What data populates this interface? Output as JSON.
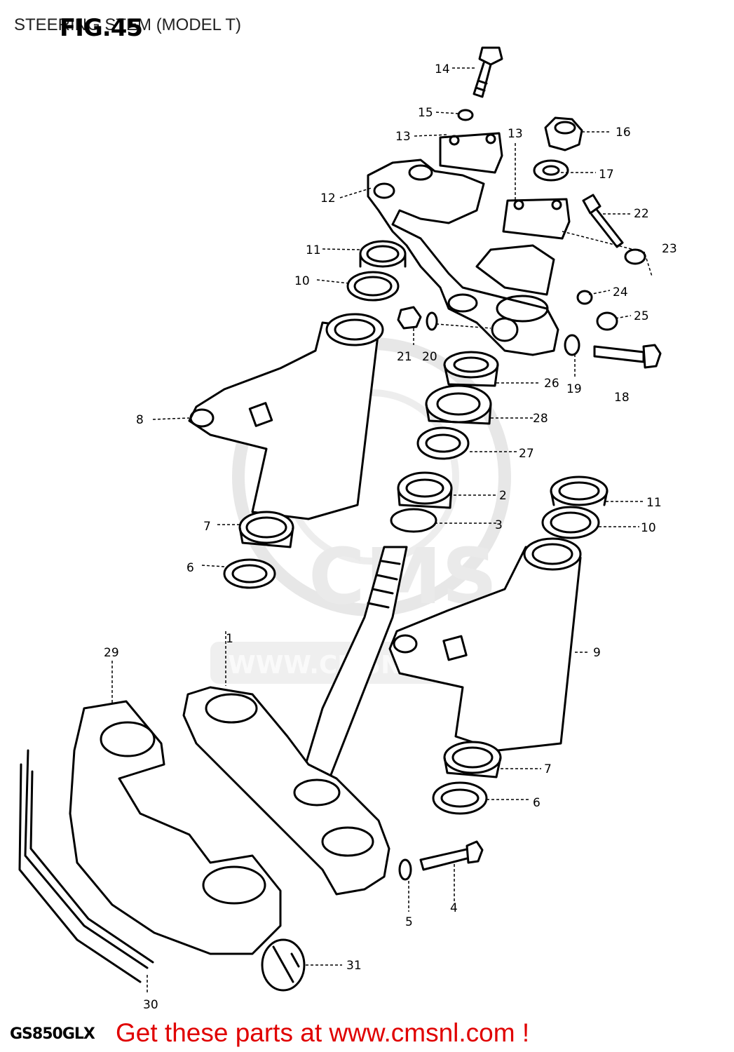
{
  "header": {
    "title": "STEERING STEM (MODEL T)",
    "fig_label": "FIG.45"
  },
  "footer": {
    "model": "GS850GLX",
    "promo": "Get these parts at www.cmsnl.com !"
  },
  "watermark": {
    "logo_text": "CMS",
    "url": "WWW.CMSNL.COM"
  },
  "callouts": [
    "1",
    "2",
    "3",
    "4",
    "5",
    "6",
    "6",
    "7",
    "7",
    "8",
    "9",
    "10",
    "10",
    "11",
    "11",
    "12",
    "13",
    "13",
    "14",
    "15",
    "16",
    "17",
    "18",
    "19",
    "20",
    "21",
    "22",
    "23",
    "24",
    "25",
    "26",
    "27",
    "28",
    "29",
    "30",
    "31"
  ],
  "colors": {
    "promo": "#e00000",
    "line": "#000000",
    "watermark": "#dcdcdc"
  }
}
